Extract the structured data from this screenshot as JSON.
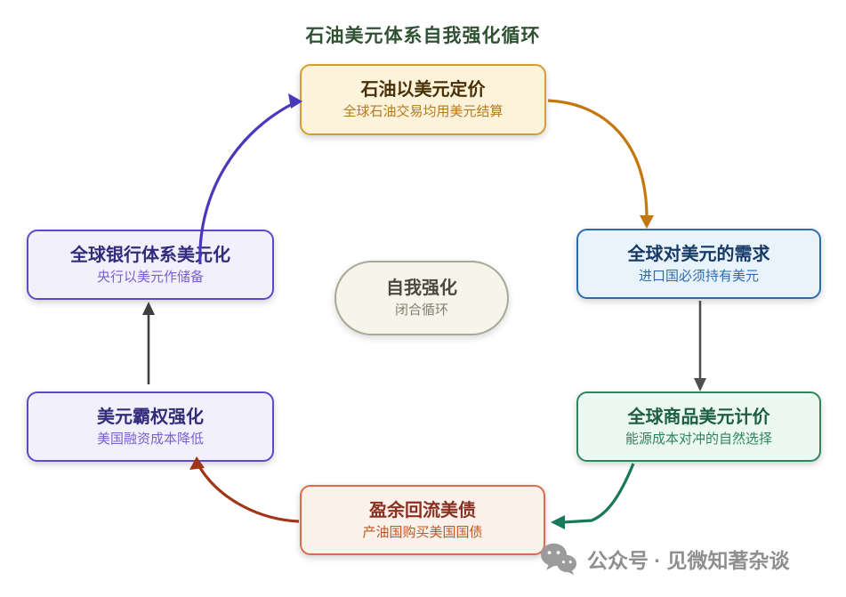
{
  "page": {
    "title_text": "石油美元体系自我强化循环",
    "title_color": "#2f5233",
    "background": "#ffffff"
  },
  "nodes": {
    "oil": {
      "title": "石油以美元定价",
      "subtitle": "全球石油交易均用美元结算",
      "bg": "#fcf3da",
      "border": "#d69e2e",
      "title_color": "#4a3008",
      "subtitle_color": "#b7791f"
    },
    "demand": {
      "title": "全球对美元的需求",
      "subtitle": "进口国必须持有美元",
      "bg": "#e9f3fc",
      "border": "#2b6cb0",
      "title_color": "#163a66",
      "subtitle_color": "#2b6cb0"
    },
    "commodity": {
      "title": "全球商品美元计价",
      "subtitle": "能源成本对冲的自然选择",
      "bg": "#ecf9f2",
      "border": "#2f855a",
      "title_color": "#1d5e42",
      "subtitle_color": "#2f855a"
    },
    "surplus": {
      "title": "盈余回流美债",
      "subtitle": "产油国购买美国国债",
      "bg": "#fdf1eb",
      "border": "#dd6b4d",
      "title_color": "#8b2f20",
      "subtitle_color": "#c05621"
    },
    "hegemony": {
      "title": "美元霸权强化",
      "subtitle": "美国融资成本降低",
      "bg": "#f2f0fd",
      "border": "#5b4bc4",
      "title_color": "#322c7a",
      "subtitle_color": "#7a5fd0"
    },
    "banking": {
      "title": "全球银行体系美元化",
      "subtitle": "央行以美元作储备",
      "bg": "#f2f0fd",
      "border": "#5b4bc4",
      "title_color": "#322c7a",
      "subtitle_color": "#7a5fd0"
    },
    "core": {
      "title": "自我强化",
      "subtitle": "闭合循环",
      "bg": "#f6f5ec",
      "border": "#a8a896",
      "title_color": "#4a4a40",
      "subtitle_color": "#80806f"
    }
  },
  "arrows": {
    "banking_to_oil": {
      "color": "#4938bd"
    },
    "oil_to_demand": {
      "color": "#c4770a"
    },
    "demand_to_commodity": {
      "color": "#4f4f4f"
    },
    "commodity_to_surplus": {
      "color": "#17795a"
    },
    "surplus_to_hegemony": {
      "color": "#a03518"
    },
    "hegemony_to_banking": {
      "color": "#3f3f3f"
    }
  },
  "watermark": {
    "label": "公众号 · 见微知著杂谈",
    "icon": "wechat-icon",
    "color": "#8f8f8f",
    "icon_color": "#9b9b9b"
  }
}
